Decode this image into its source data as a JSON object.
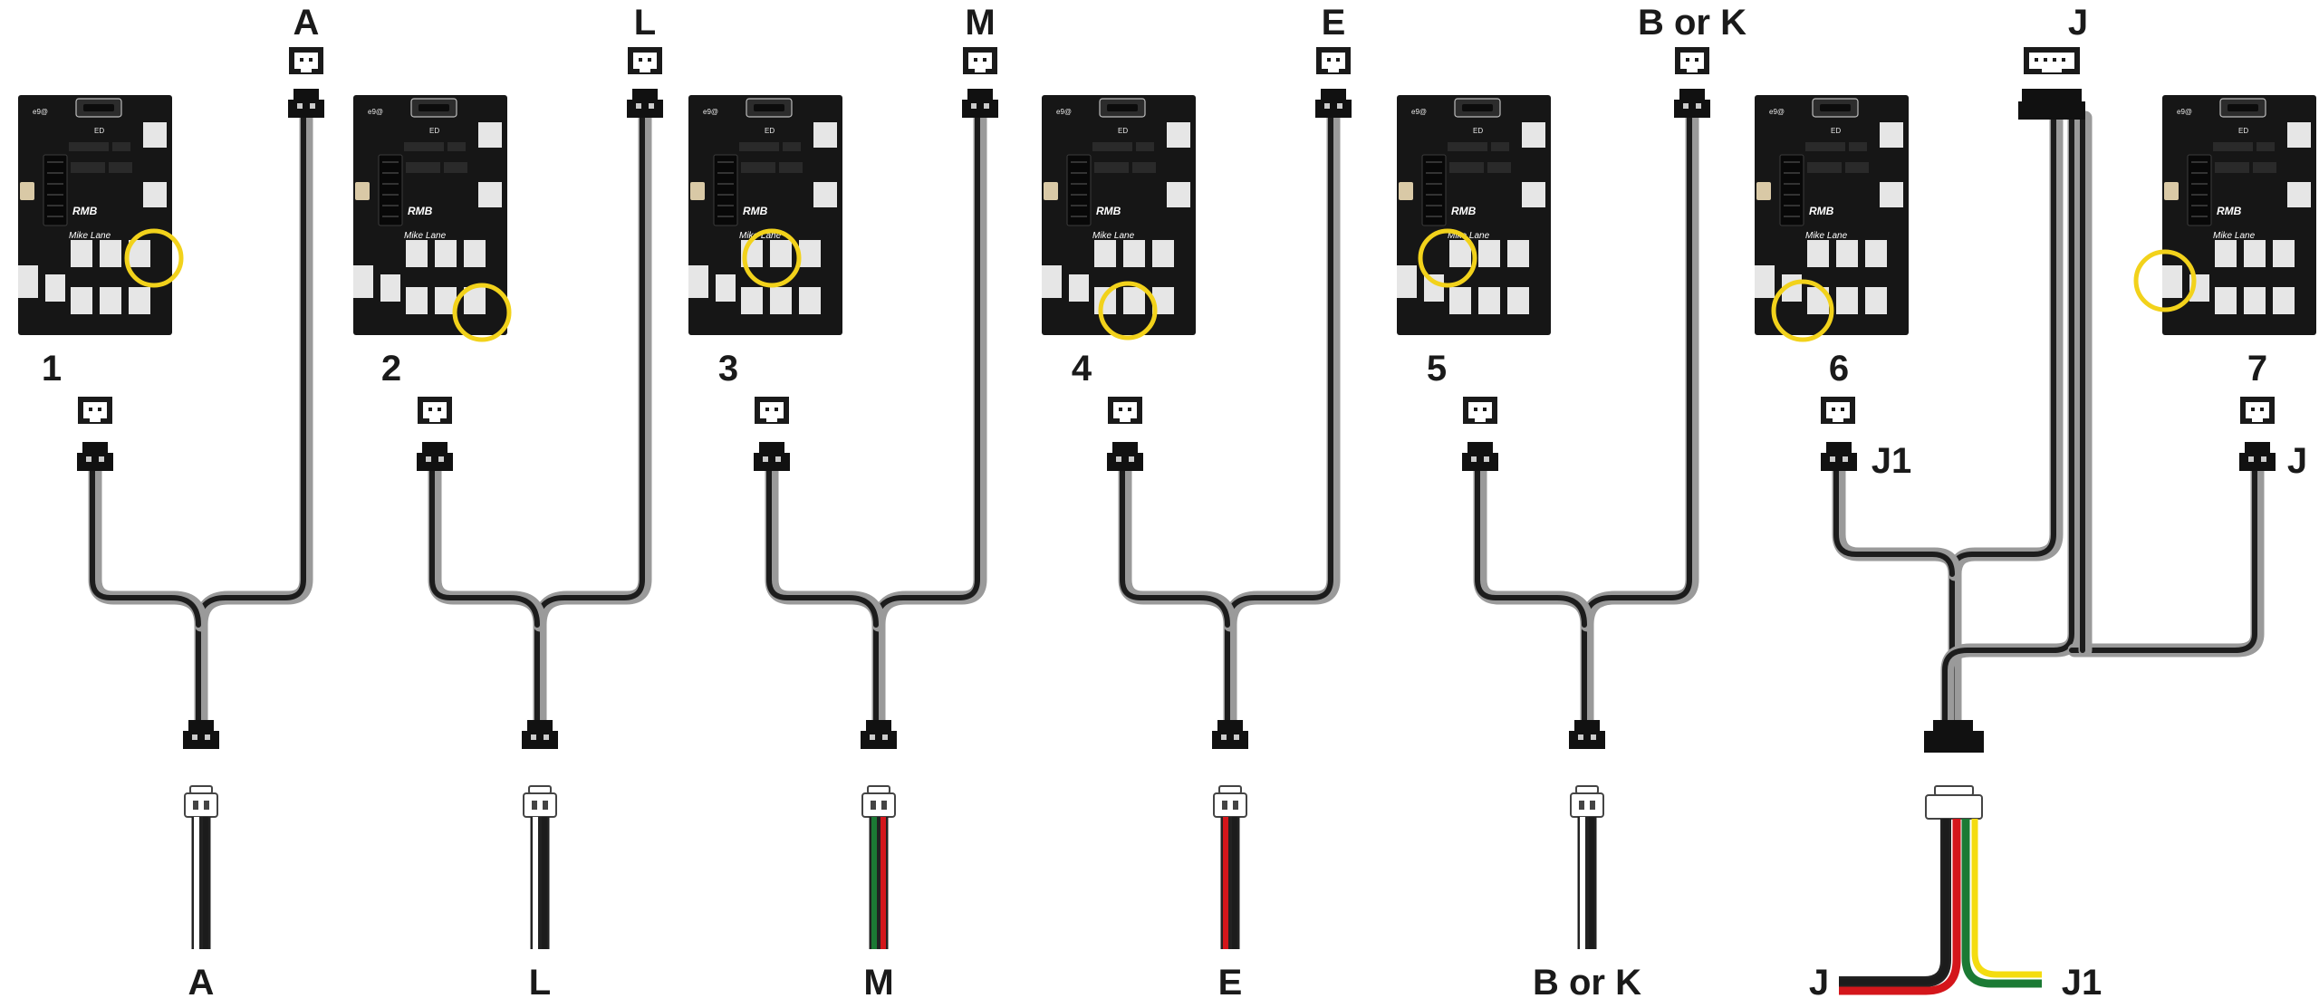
{
  "colors": {
    "board": "#161616",
    "cable_dark": "#1c1c1c",
    "cable_gray": "#9a9a9a",
    "highlight": "#f2d21b",
    "white_wire": "#ffffff",
    "green_wire": "#1b7a34",
    "red_wire": "#d4161b",
    "yellow_wire": "#f4dc10"
  },
  "panels": [
    {
      "number": "1",
      "top_label": "A",
      "bottom_label": "A",
      "left_label": "",
      "right_label": "",
      "wire_colors": [
        "white_wire",
        "cable_dark"
      ]
    },
    {
      "number": "2",
      "top_label": "L",
      "bottom_label": "L",
      "left_label": "",
      "right_label": "",
      "wire_colors": [
        "white_wire",
        "cable_dark"
      ]
    },
    {
      "number": "3",
      "top_label": "M",
      "bottom_label": "M",
      "left_label": "",
      "right_label": "",
      "wire_colors": [
        "green_wire",
        "red_wire"
      ]
    },
    {
      "number": "4",
      "top_label": "E",
      "bottom_label": "E",
      "left_label": "",
      "right_label": "",
      "wire_colors": [
        "red_wire",
        "cable_dark"
      ]
    },
    {
      "number": "5",
      "top_label": "B or K",
      "bottom_label": "B or K",
      "left_label": "",
      "right_label": "",
      "wire_colors": [
        "white_wire",
        "cable_dark"
      ]
    },
    {
      "number": "6",
      "top_label": "J",
      "bottom_label": "",
      "left_label": "J",
      "right_label": "J1",
      "side_label": "J1",
      "wire_colors": [
        "cable_dark",
        "red_wire",
        "yellow_wire",
        "green_wire"
      ]
    },
    {
      "number": "7",
      "top_label": "",
      "bottom_label": "",
      "left_label": "",
      "right_label": "",
      "side_label": "J",
      "wire_colors": []
    }
  ]
}
